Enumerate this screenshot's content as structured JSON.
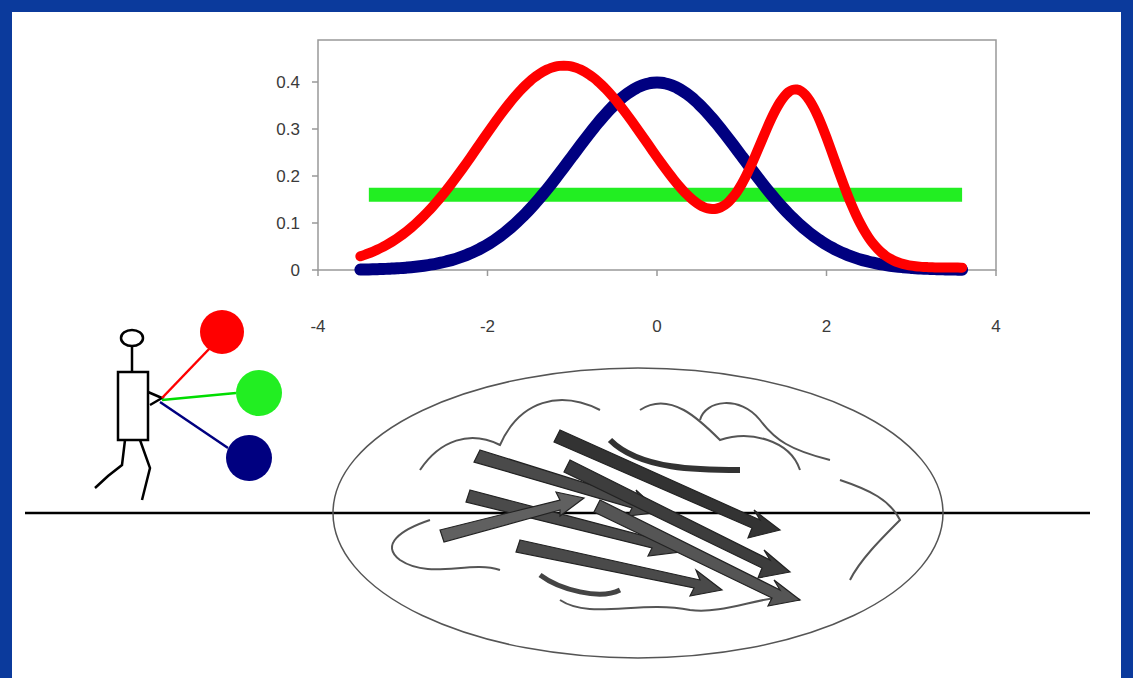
{
  "diagram": {
    "labels": [
      "0.4",
      "0.3",
      "0.2",
      "0.1",
      "0",
      "-4",
      "-2",
      "0",
      "2",
      "4"
    ]
  }
}
